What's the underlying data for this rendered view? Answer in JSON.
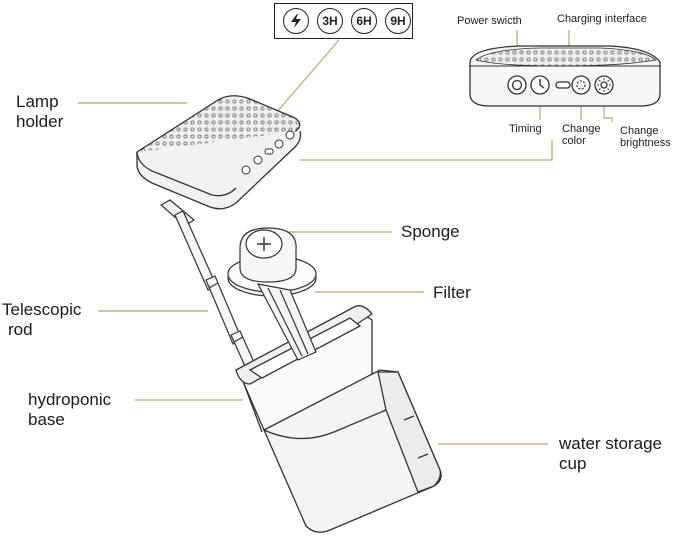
{
  "modes": {
    "icon": "lightning-bolt-icon",
    "timers": [
      "3H",
      "6H",
      "9H"
    ]
  },
  "labels": {
    "lamp_holder_line1": "Lamp",
    "lamp_holder_line2": "holder",
    "sponge": "Sponge",
    "filter": "Filter",
    "telescopic_line1": "Telescopic",
    "telescopic_line2": "rod",
    "hydroponic_line1": "hydroponic",
    "hydroponic_line2": "base",
    "water_line1": "water storage",
    "water_line2": "cup"
  },
  "controls": {
    "power_switch": "Power swicth",
    "charging_interface": "Charging interface",
    "timing": "Timing",
    "change_color_line1": "Change",
    "change_color_line2": "color",
    "change_brightness_line1": "Change",
    "change_brightness_line2": "brightness"
  },
  "colors": {
    "leader_line": "#b8a775",
    "stroke": "#333333",
    "fill_light": "#f4f4f4"
  }
}
